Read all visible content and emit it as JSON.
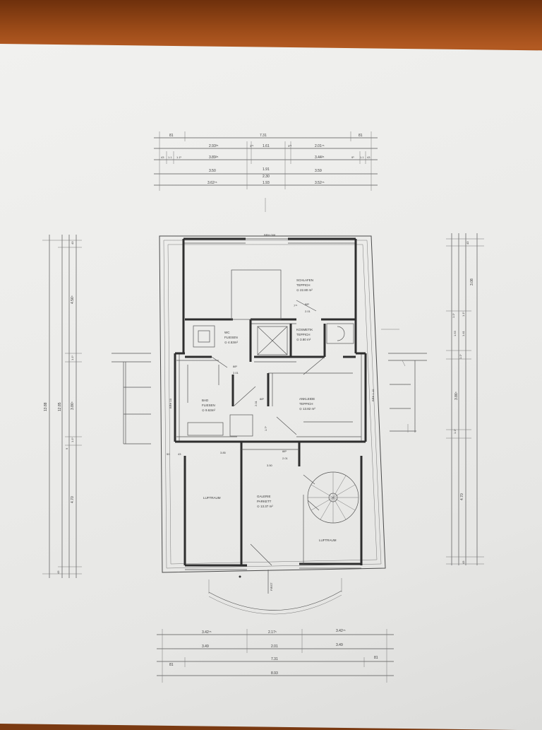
{
  "dimensions": {
    "top": {
      "row1": [
        "81",
        "7.31",
        "81"
      ],
      "row2": [
        "2.93²⁵",
        "3⁷⁵",
        "1.61",
        "3⁷⁵",
        "2.01⁷⁵"
      ],
      "row3": [
        "3.89²⁵",
        "3.44²⁵"
      ],
      "row4": [
        "3.50",
        "1.91",
        "3.59"
      ],
      "row4b": "2.30",
      "row5": [
        "3.62⁷⁵",
        "1.93",
        "3.52⁷⁵"
      ],
      "top_small": [
        "43",
        "1.1",
        "1.1⁵",
        "9⁵",
        "1.1",
        "43"
      ]
    },
    "bottom": {
      "row1": [
        "3.42⁷⁵",
        "2.17⁵",
        "3.42⁷⁵"
      ],
      "row2": [
        "3.49",
        "2.01",
        "3.49"
      ],
      "row3": [
        "81",
        "7.31",
        "81"
      ],
      "row4": "8.93"
    },
    "left": {
      "total": "13.88",
      "sub": "12.85",
      "parts": [
        "43",
        "4.56⁵",
        "1.1⁵",
        "3.86⁵",
        "1.1⁵",
        "9",
        "4.70",
        "43"
      ]
    },
    "right": {
      "parts": [
        "43",
        "3.08",
        "1.1⁵",
        "1.53",
        "1.41",
        "1.1⁵",
        "1.1⁵",
        "3.86⁵",
        "1.1⁵",
        "4.70",
        "43"
      ]
    },
    "inner": {
      "top_axis": "BRH 008",
      "left_axis": "BRH 10",
      "right_axis": "BRH 1.10",
      "door_schlafen": [
        "7⁷⁵",
        "88⁵",
        "2.01"
      ],
      "door_wc": [
        "88⁵",
        "2.01"
      ],
      "door_bad": [
        "88⁵",
        "2.01"
      ],
      "door_angl": "1.7⁵",
      "mid_row": [
        "50",
        "43",
        "3.85",
        "88⁵",
        "2.01"
      ],
      "mid_row2": "3.50",
      "first": "FIRST"
    }
  },
  "rooms": [
    {
      "name": "SCHLAFEN",
      "floor": "TEPPICH",
      "area": "⊙ 22.80 m²"
    },
    {
      "name": "WC",
      "floor": "FLIESEN",
      "area": "⊙ 4.53m²"
    },
    {
      "name": "KOSMETIK",
      "floor": "TEPPICH",
      "area": "⊙ 3.80 m²"
    },
    {
      "name": "BAD",
      "floor": "FLIESEN",
      "area": "⊙ 9.63m²"
    },
    {
      "name": "ANKLEIDE",
      "floor": "TEPPICH",
      "area": "⊙ 13.82 m²"
    },
    {
      "name": "LUFTRAUM",
      "floor": "",
      "area": ""
    },
    {
      "name": "GALERIE",
      "floor": "PARKETT",
      "area": "⊙ 13.37 m²"
    },
    {
      "name": "LUFTRAUM",
      "floor": "",
      "area": ""
    }
  ]
}
